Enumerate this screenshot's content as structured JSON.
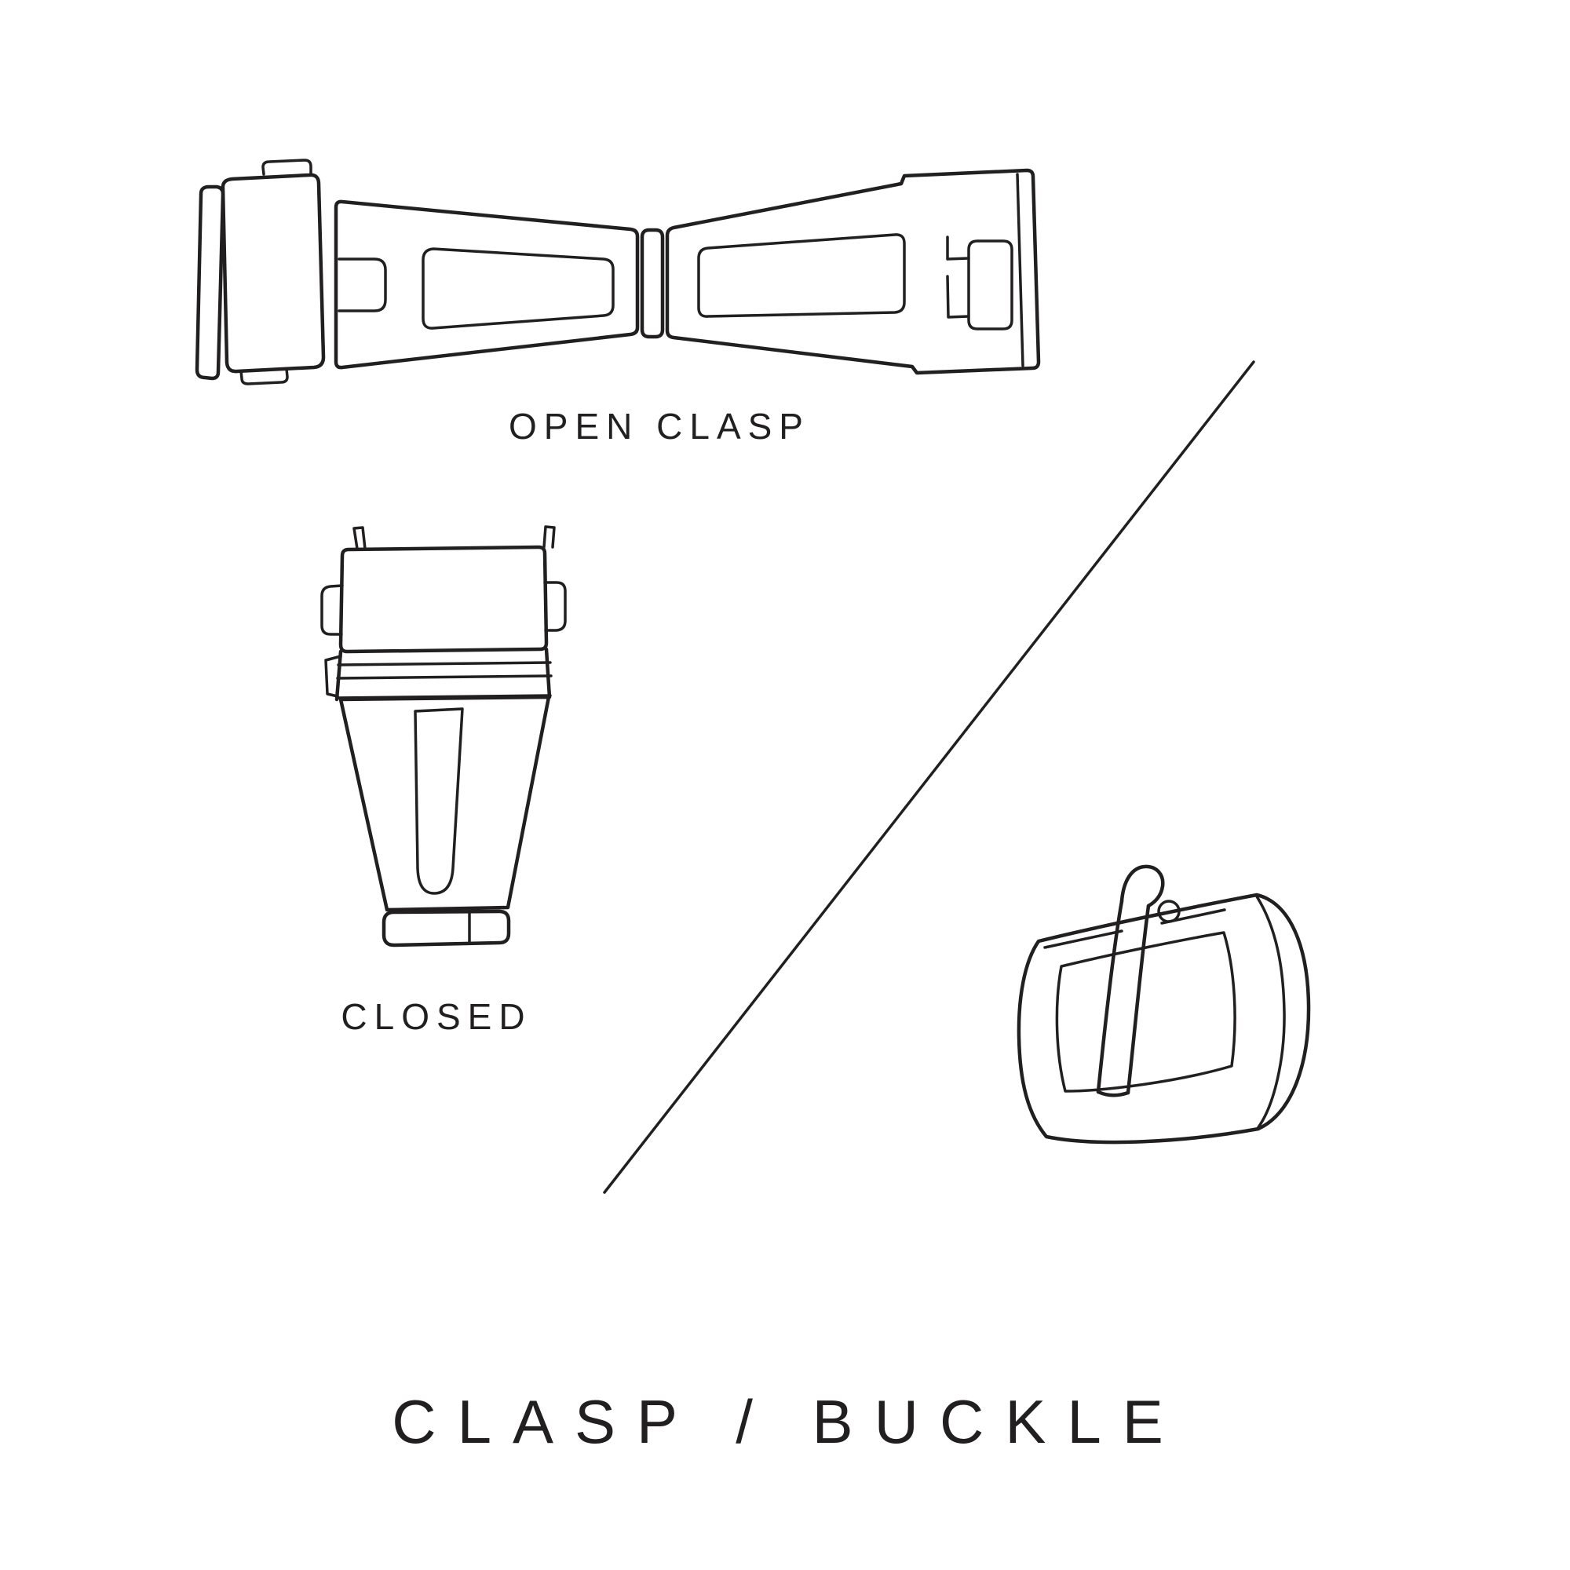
{
  "page": {
    "background": "#ffffff",
    "line_color": "#221f20"
  },
  "diagram": {
    "title": "CLASP / BUCKLE",
    "illustrations": [
      {
        "id": "open-clasp",
        "label": "OPEN CLASP"
      },
      {
        "id": "closed-clasp",
        "label": "CLOSED"
      },
      {
        "id": "tang-buckle",
        "label": ""
      }
    ]
  }
}
